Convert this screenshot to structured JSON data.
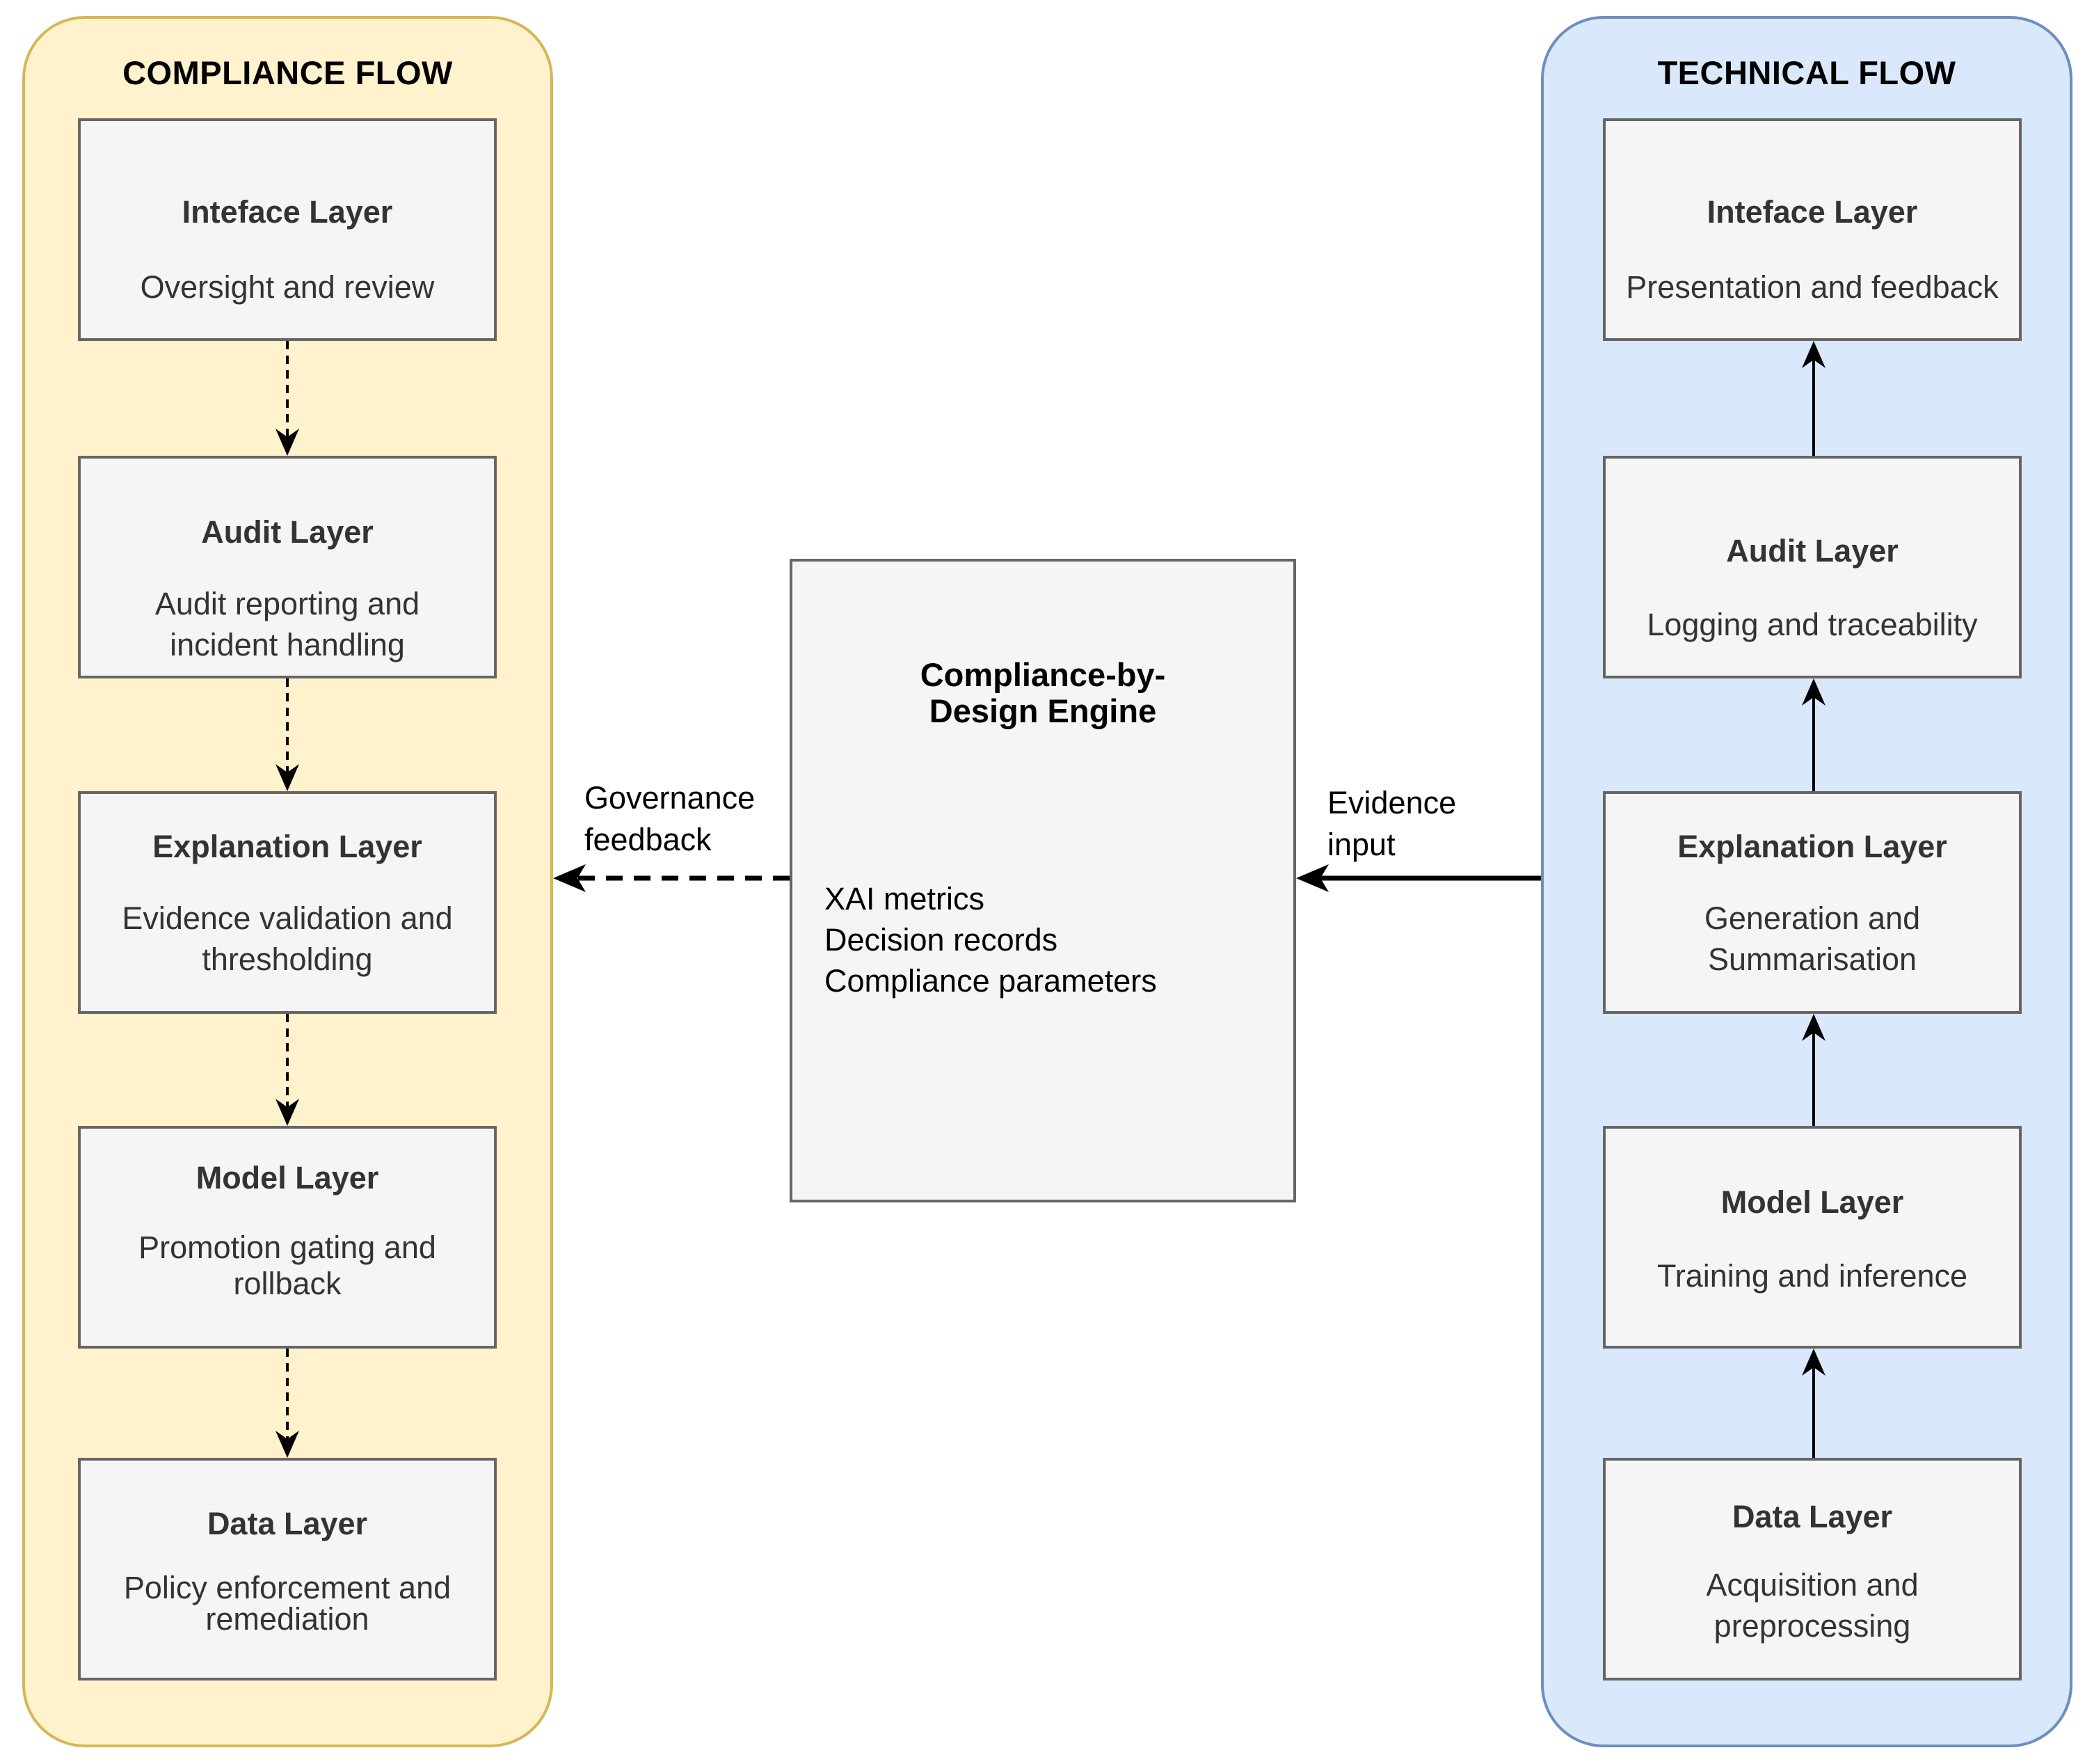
{
  "compliance_flow": {
    "title": "COMPLIANCE FLOW",
    "layers": [
      {
        "title": "Inteface Layer",
        "description": "Oversight and review"
      },
      {
        "title": "Audit Layer",
        "description": "Audit reporting and incident handling"
      },
      {
        "title": "Explanation Layer",
        "description": "Evidence validation and thresholding"
      },
      {
        "title": "Model Layer",
        "description": "Promotion gating and rollback"
      },
      {
        "title": "Data Layer",
        "description": "Policy enforcement and remediation"
      }
    ]
  },
  "technical_flow": {
    "title": "TECHNICAL FLOW",
    "layers": [
      {
        "title": "Inteface Layer",
        "description": "Presentation and feedback"
      },
      {
        "title": "Audit Layer",
        "description": "Logging and traceability"
      },
      {
        "title": "Explanation Layer",
        "description": "Generation and Summarisation"
      },
      {
        "title": "Model Layer",
        "description": "Training and inference"
      },
      {
        "title": "Data Layer",
        "description": "Acquisition and preprocessing"
      }
    ]
  },
  "engine": {
    "title": "Compliance-by-Design Engine",
    "items": [
      "XAI metrics",
      "Decision records",
      "Compliance parameters"
    ]
  },
  "edges": {
    "governance_feedback": "Governance feedback",
    "evidence_input": "Evidence input"
  },
  "colors": {
    "compliance_fill": "#fff2cc",
    "compliance_stroke": "#d6b656",
    "technical_fill": "#dae8fc",
    "technical_stroke": "#6c8ebf",
    "box_fill": "#f5f5f5",
    "box_stroke": "#666666"
  }
}
